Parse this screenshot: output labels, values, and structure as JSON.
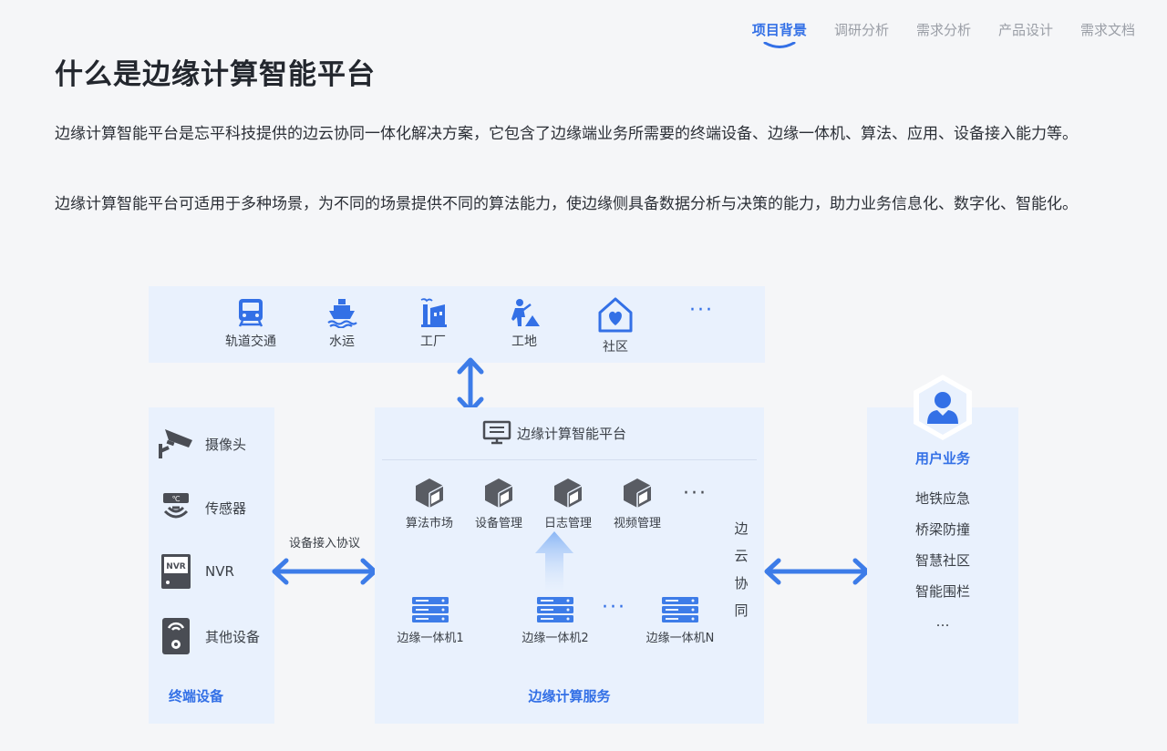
{
  "nav": {
    "items": [
      "项目背景",
      "调研分析",
      "需求分析",
      "产品设计",
      "需求文档"
    ],
    "active_index": 0
  },
  "page": {
    "title": "什么是边缘计算智能平台",
    "paragraphs": [
      "边缘计算智能平台是忘平科技提供的边云协同一体化解决方案，它包含了边缘端业务所需要的终端设备、边缘一体机、算法、应用、设备接入能力等。",
      "边缘计算智能平台可适用于多种场景，为不同的场景提供不同的算法能力，使边缘侧具备数据分析与决策的能力，助力业务信息化、数字化、智能化。"
    ]
  },
  "diagram": {
    "scenes": [
      {
        "label": "轨道交通",
        "icon": "train-icon"
      },
      {
        "label": "水运",
        "icon": "ship-icon"
      },
      {
        "label": "工厂",
        "icon": "factory-icon"
      },
      {
        "label": "工地",
        "icon": "construction-icon"
      },
      {
        "label": "社区",
        "icon": "community-icon"
      }
    ],
    "more": "···",
    "terminal": {
      "devices": [
        {
          "label": "摄像头",
          "icon": "camera-icon"
        },
        {
          "label": "传感器",
          "icon": "sensor-icon"
        },
        {
          "label": "NVR",
          "icon": "nvr-icon",
          "badge": "NVR"
        },
        {
          "label": "其他设备",
          "icon": "other-device-icon"
        }
      ],
      "footer": "终端设备"
    },
    "protocol_label": "设备接入协议",
    "sensor_badge": "℃",
    "edge": {
      "title": "边缘计算智能平台",
      "apps": [
        "算法市场",
        "设备管理",
        "日志管理",
        "视频管理"
      ],
      "boxes": [
        "边缘一体机1",
        "边缘一体机2",
        "边缘一体机N"
      ],
      "side_text": [
        "边",
        "云",
        "协",
        "同"
      ],
      "footer": "边缘计算服务"
    },
    "user": {
      "title": "用户业务",
      "items": [
        "地铁应急",
        "桥梁防撞",
        "智慧社区",
        "智能围栏",
        "…"
      ]
    },
    "colors": {
      "accent": "#3370e6",
      "panel": "#e9f1fd",
      "cube": "#595c63",
      "arrow": "#3d7ce8"
    }
  }
}
